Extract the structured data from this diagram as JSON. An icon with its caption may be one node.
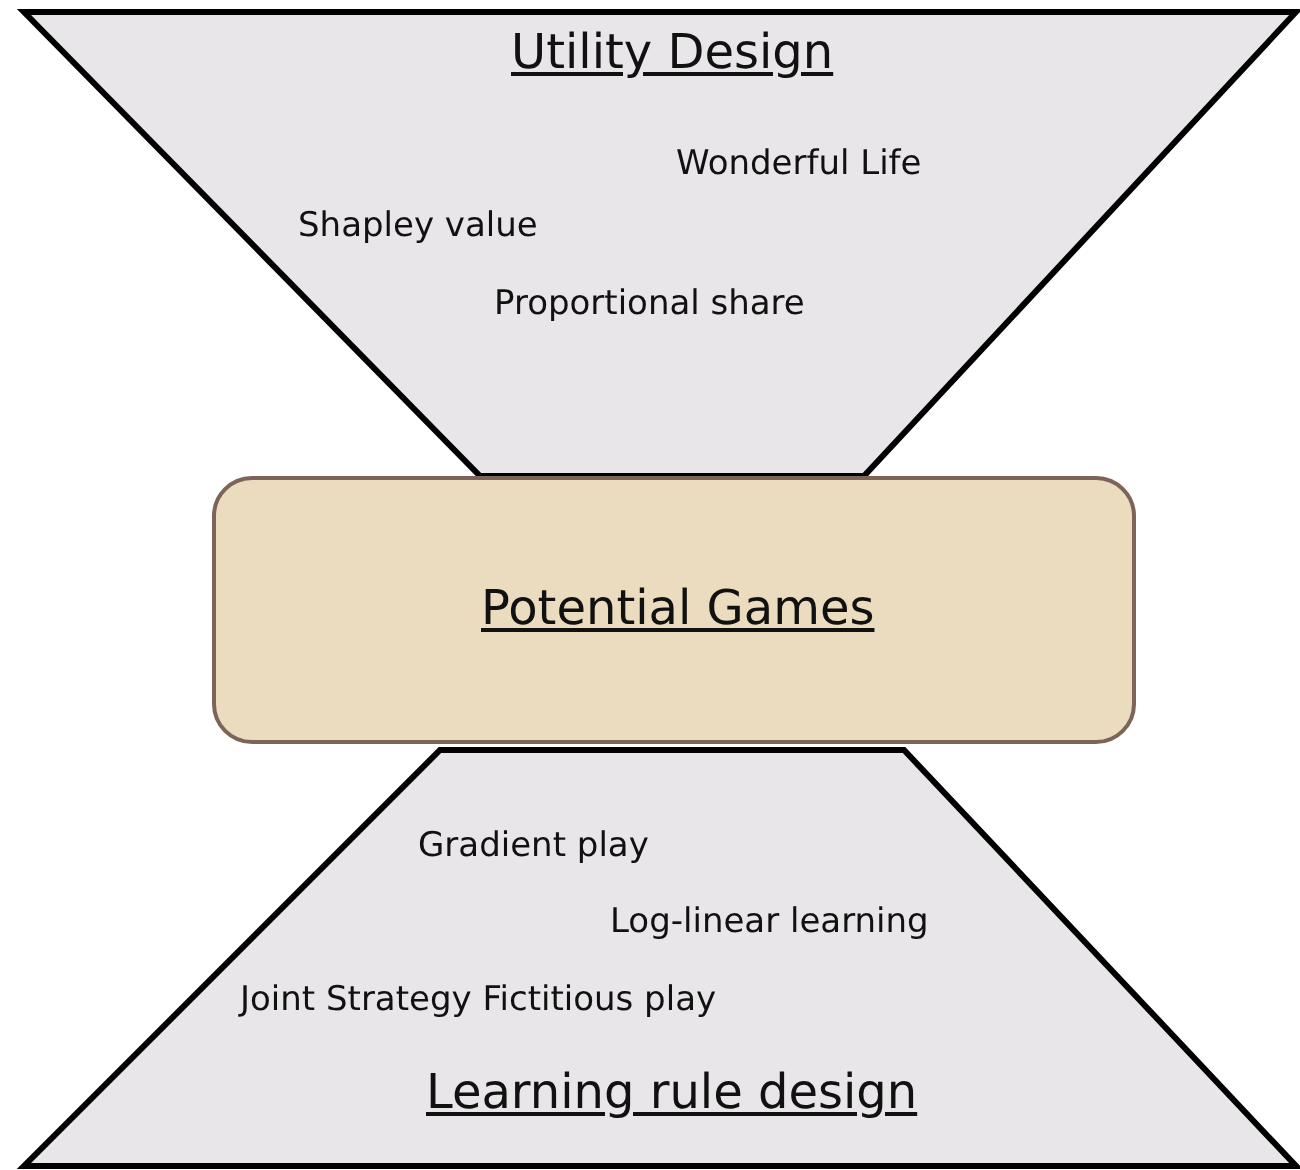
{
  "diagram": {
    "nodes": [
      {
        "text": [
          "Utility Design",
          "Wonderful Life",
          "Shapley value",
          "Proportional share"
        ]
      },
      {
        "text": [
          "Potential Games"
        ]
      },
      {
        "text": [
          "Gradient play",
          "Log-linear learning",
          "Joint Strategy Fictitious play",
          "Learning rule design"
        ]
      }
    ]
  }
}
